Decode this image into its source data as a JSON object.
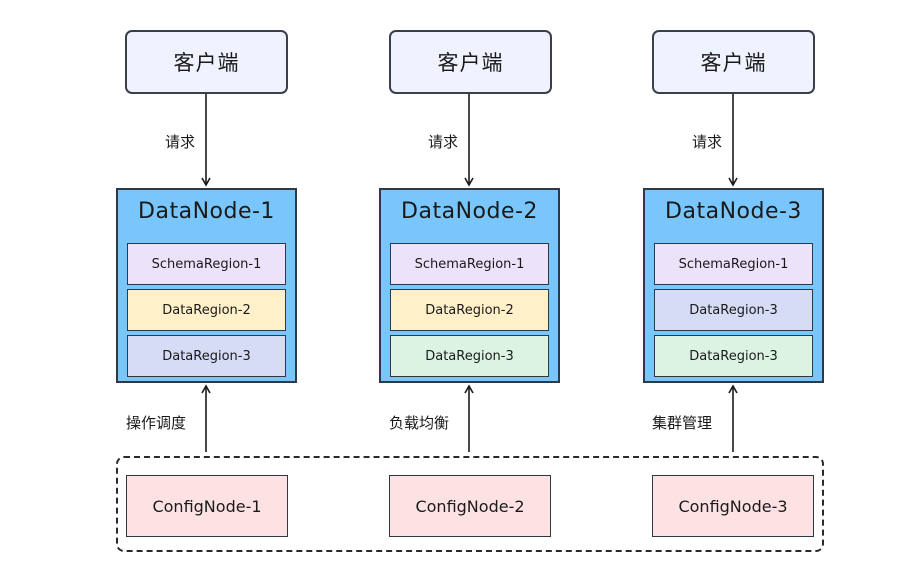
{
  "clients": [
    {
      "label": "客户端"
    },
    {
      "label": "客户端"
    },
    {
      "label": "客户端"
    }
  ],
  "request_labels": [
    "请求",
    "请求",
    "请求"
  ],
  "datanodes": [
    {
      "title": "DataNode-1",
      "regions": [
        {
          "label": "SchemaRegion-1",
          "color": "#ece3fb"
        },
        {
          "label": "DataRegion-2",
          "color": "#fff0c9"
        },
        {
          "label": "DataRegion-3",
          "color": "#d6dcf5"
        }
      ]
    },
    {
      "title": "DataNode-2",
      "regions": [
        {
          "label": "SchemaRegion-1",
          "color": "#ece3fb"
        },
        {
          "label": "DataRegion-2",
          "color": "#fff0c9"
        },
        {
          "label": "DataRegion-3",
          "color": "#dcf3e3"
        }
      ]
    },
    {
      "title": "DataNode-3",
      "regions": [
        {
          "label": "SchemaRegion-1",
          "color": "#ece3fb"
        },
        {
          "label": "DataRegion-3",
          "color": "#d6dcf5"
        },
        {
          "label": "DataRegion-3",
          "color": "#dcf3e3"
        }
      ]
    }
  ],
  "management_labels": [
    "操作调度",
    "负载均衡",
    "集群管理"
  ],
  "confignodes": [
    {
      "label": "ConfigNode-1"
    },
    {
      "label": "ConfigNode-2"
    },
    {
      "label": "ConfigNode-3"
    }
  ],
  "colors": {
    "client_fill": "#eef3ff",
    "datanode_fill": "#78c6fb",
    "confignode_fill": "#fde1e3"
  }
}
